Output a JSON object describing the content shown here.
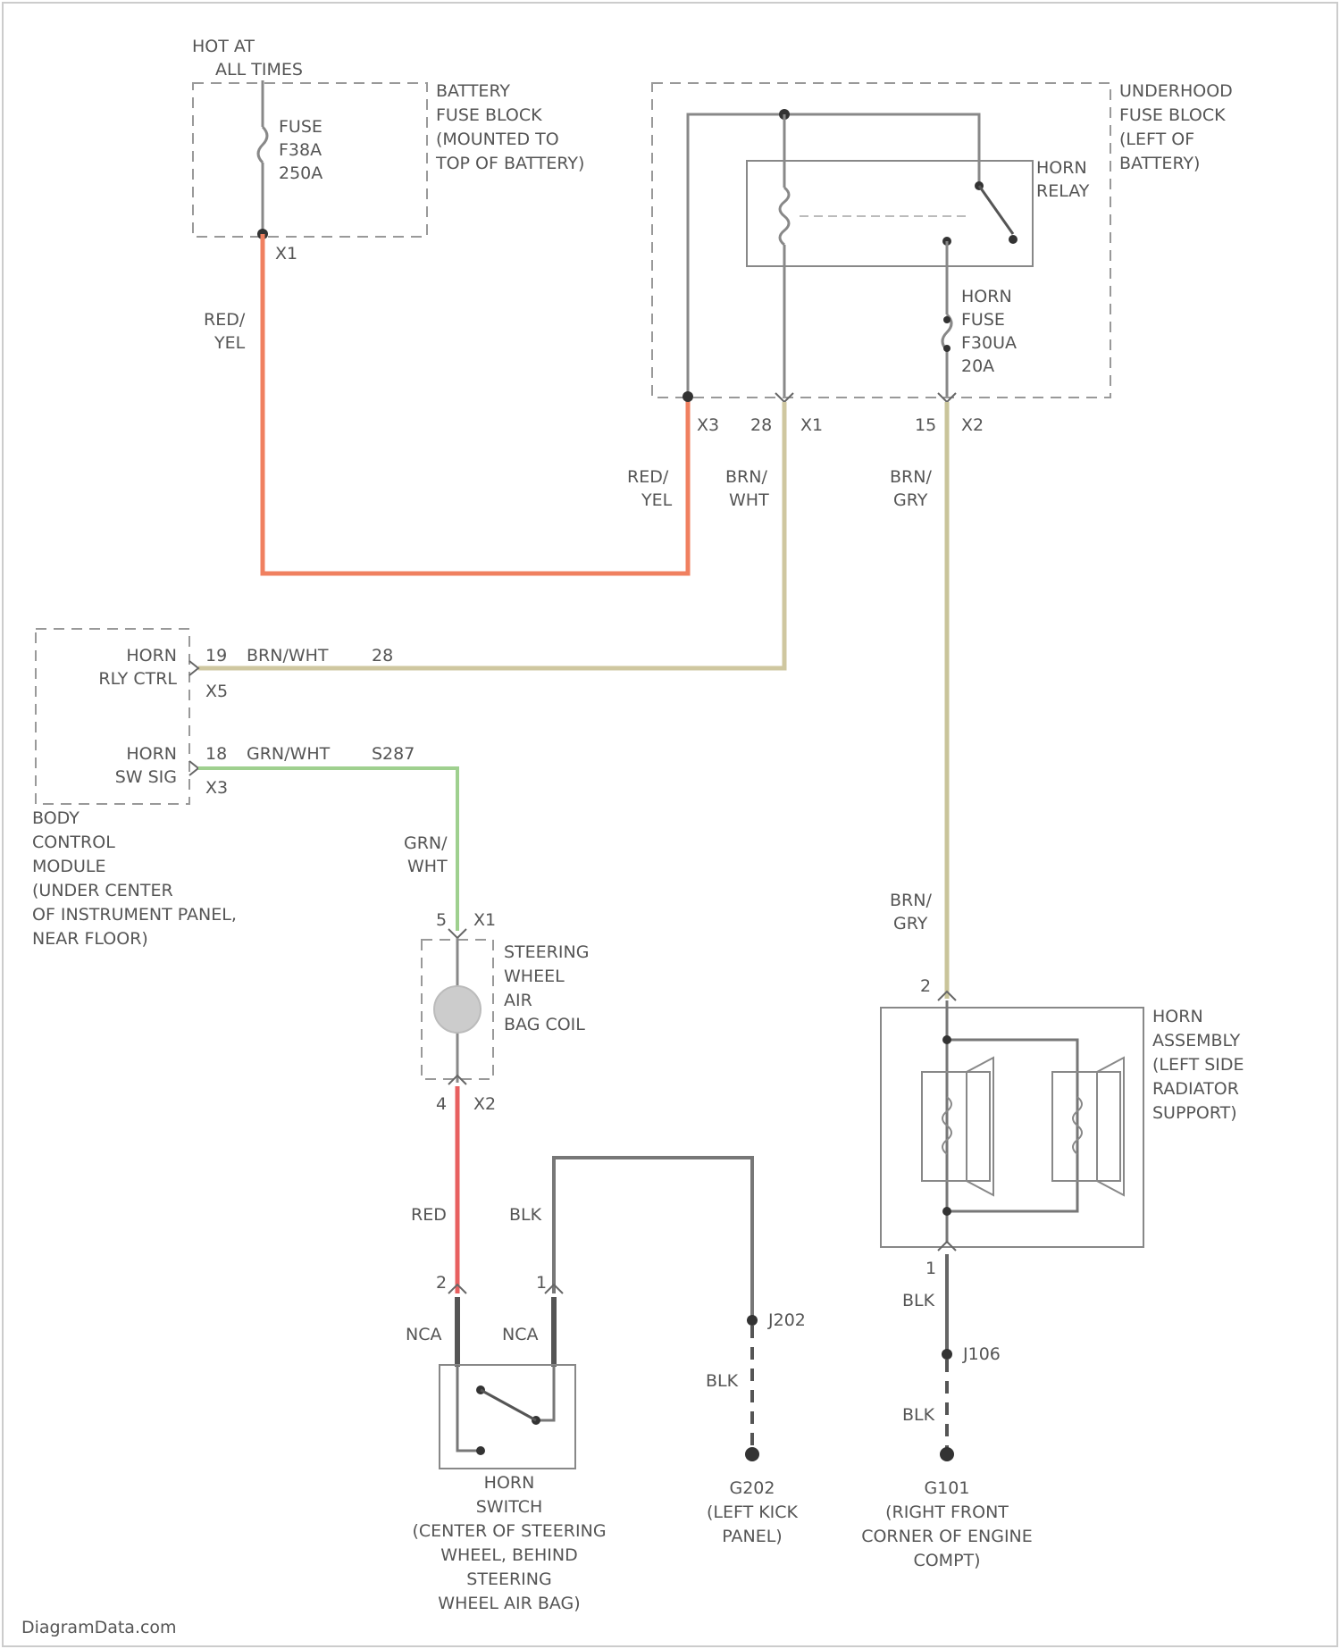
{
  "source": {
    "power": {
      "line1": "HOT AT",
      "line2": "ALL TIMES"
    }
  },
  "battery_fuse_block": {
    "label_lines": [
      "BATTERY",
      "FUSE BLOCK",
      "(MOUNTED TO",
      "TOP OF BATTERY)"
    ],
    "fuse_lines": [
      "FUSE",
      "F38A",
      "250A"
    ],
    "connector": "X1"
  },
  "underhood_fuse_block": {
    "label_lines": [
      "UNDERHOOD",
      "FUSE BLOCK",
      "(LEFT OF",
      "BATTERY)"
    ],
    "relay_lines": [
      "HORN",
      "RELAY"
    ],
    "fuse_lines": [
      "HORN",
      "FUSE",
      "F30UA",
      "20A"
    ],
    "pin_x3": "X3",
    "pin_28": "28",
    "pin_x1": "X1",
    "pin_15": "15",
    "pin_x2": "X2"
  },
  "wires": {
    "red_yel_1": [
      "RED/",
      "YEL"
    ],
    "red_yel_2": [
      "RED/",
      "YEL"
    ],
    "brn_wht": [
      "BRN/",
      "WHT"
    ],
    "brn_gry_1": [
      "BRN/",
      "GRY"
    ],
    "brn_gry_2": [
      "BRN/",
      "GRY"
    ],
    "grn_wht": [
      "GRN/",
      "WHT"
    ],
    "red": "RED",
    "blk_1": "BLK",
    "blk_2": "BLK",
    "blk_3": "BLK",
    "blk_4": "BLK"
  },
  "body_control_module": {
    "label_lines": [
      "BODY",
      "CONTROL",
      "MODULE",
      "(UNDER CENTER",
      "OF INSTRUMENT PANEL,",
      "NEAR FLOOR)"
    ],
    "horn_rly": {
      "name_lines": [
        "HORN",
        "RLY CTRL"
      ],
      "pin": "19",
      "wire": "BRN/WHT",
      "end_pin": "28",
      "conn": "X5"
    },
    "horn_sw": {
      "name_lines": [
        "HORN",
        "SW SIG"
      ],
      "pin": "18",
      "wire": "GRN/WHT",
      "splice": "S287",
      "conn": "X3"
    }
  },
  "steering_wheel_coil": {
    "label_lines": [
      "STEERING",
      "WHEEL",
      "AIR",
      "BAG COIL"
    ],
    "pin_top": "5",
    "conn_top": "X1",
    "pin_bottom": "4",
    "conn_bottom": "X2"
  },
  "horn_switch": {
    "label_lines": [
      "HORN",
      "SWITCH",
      "(CENTER OF STEERING",
      "WHEEL, BEHIND",
      "STEERING",
      "WHEEL AIR BAG)"
    ],
    "pin_left": "2",
    "pin_right": "1",
    "nca_left": "NCA",
    "nca_right": "NCA"
  },
  "ground_g202": {
    "splice": "J202",
    "label_lines": [
      "G202",
      "(LEFT KICK",
      "PANEL)"
    ]
  },
  "horn_assembly": {
    "label_lines": [
      "HORN",
      "ASSEMBLY",
      "(LEFT SIDE",
      "RADIATOR",
      "SUPPORT)"
    ],
    "pin_top": "2",
    "pin_bottom": "1"
  },
  "ground_g101": {
    "splice": "J106",
    "label_lines": [
      "G101",
      "(RIGHT FRONT",
      "CORNER OF ENGINE",
      "COMPT)"
    ]
  },
  "watermark": "DiagramData.com",
  "colors": {
    "red_yel": "#f08060",
    "brn_wht": "#cfc7a0",
    "brn_gry": "#c9c49a",
    "grn_wht": "#9fd08f",
    "red": "#e86060",
    "gray": "#777777",
    "dark": "#333333"
  }
}
